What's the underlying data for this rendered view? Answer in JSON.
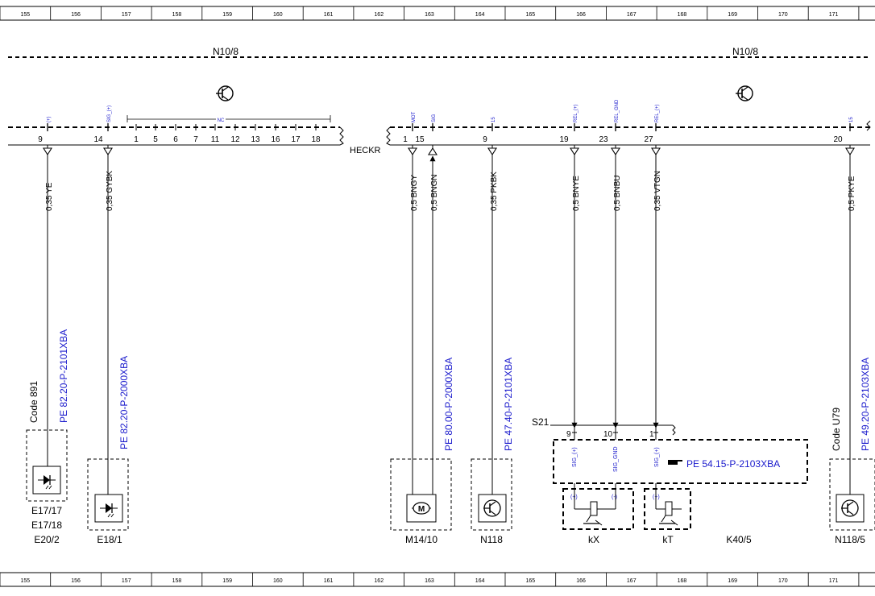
{
  "ruler": [
    "155",
    "156",
    "157",
    "158",
    "159",
    "160",
    "161",
    "162",
    "163",
    "164",
    "165",
    "166",
    "167",
    "168",
    "169",
    "170",
    "171"
  ],
  "module_left": "N10/8",
  "module_right": "N10/8",
  "connector_name": "HECKR",
  "nc_label": "NC",
  "nc_pins": [
    "1",
    "5",
    "6",
    "7",
    "11",
    "12",
    "13",
    "16",
    "17",
    "18"
  ],
  "pins": [
    {
      "id": "p9a",
      "num": "9",
      "sig": "(+)",
      "wire": "0,35 YE"
    },
    {
      "id": "p14",
      "num": "14",
      "sig": "SIG_(+)",
      "wire": "0,35 GYBK"
    },
    {
      "id": "p1",
      "num": "1",
      "sig": "MOT",
      "wire": "0,5 BNGY"
    },
    {
      "id": "p15",
      "num": "15",
      "sig": "SIG",
      "wire": "0,5 BNGN"
    },
    {
      "id": "p9b",
      "num": "9",
      "sig": "15",
      "wire": "0,35 PKBK"
    },
    {
      "id": "p19",
      "num": "19",
      "sig": "REL_(+)",
      "wire": "0,5 BNYE"
    },
    {
      "id": "p23",
      "num": "23",
      "sig": "REL_GND",
      "wire": "0,5 BNBU"
    },
    {
      "id": "p27",
      "num": "27",
      "sig": "REL_(+)",
      "wire": "0,35 VTGN"
    },
    {
      "id": "p20",
      "num": "20",
      "sig": "15",
      "wire": "0,5 PKYE"
    }
  ],
  "refs": [
    "PE 82.20-P-2101XBA",
    "PE 82.20-P-2000XBA",
    "PE 80.00-P-2000XBA",
    "PE 47.40-P-2101XBA",
    "PE 49.20-P-2103XBA"
  ],
  "code_left": "Code 891",
  "code_right": "Code U79",
  "s21": {
    "label": "S21",
    "pins": [
      "9",
      "10",
      "1"
    ],
    "sigs": [
      "SIG_(+)",
      "SIG_GND",
      "SIG_(+)"
    ],
    "ref": "PE 54.15-P-2103XBA"
  },
  "relay_signs": [
    "(+)",
    "(-)",
    "(+)"
  ],
  "components": {
    "e17": [
      "E17/17",
      "E17/18",
      "E20/2"
    ],
    "e18": "E18/1",
    "m14": "M14/10",
    "m14_symbol": "M",
    "n118": "N118",
    "kx": "kX",
    "kt": "kT",
    "k40": "K40/5",
    "n118_5": "N118/5"
  },
  "colors": {
    "line": "#000000",
    "blue": "#1a1acc"
  }
}
